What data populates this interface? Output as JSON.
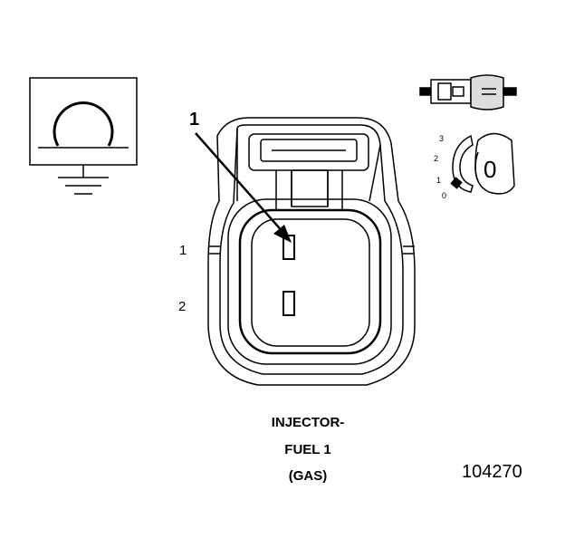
{
  "callout": {
    "number": "1"
  },
  "connector": {
    "pin_labels": [
      "1",
      "2"
    ]
  },
  "caption": {
    "line1": "INJECTOR-",
    "line2": "FUEL 1",
    "line3": "(GAS)"
  },
  "figure_id": "104270",
  "position_indicator": {
    "ticks": [
      "3",
      "2",
      "1",
      "0"
    ],
    "value": "0"
  },
  "symbols": {
    "ground_symbol": "ground-icon",
    "connector_icon": "inline-connector-icon"
  },
  "colors": {
    "line": "#000000",
    "background": "#ffffff",
    "fill_gray": "#888888"
  }
}
